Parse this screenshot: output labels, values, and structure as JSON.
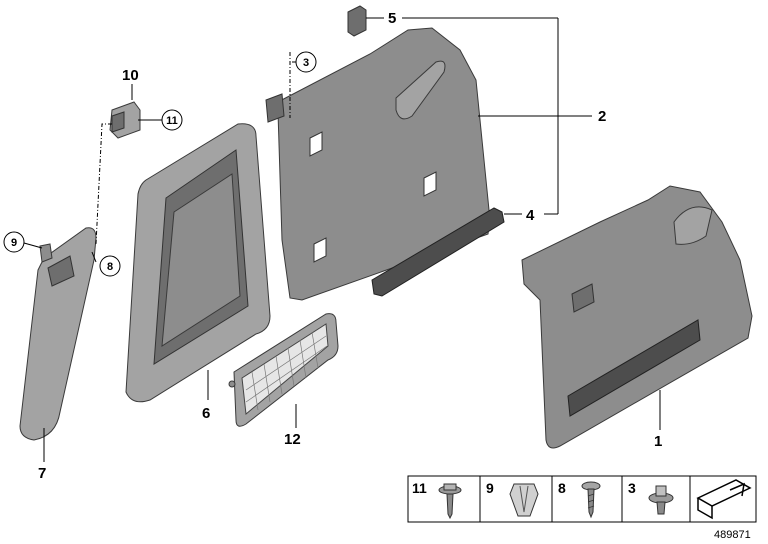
{
  "callouts": {
    "c1": "1",
    "c2": "2",
    "c3": "3",
    "c4": "4",
    "c5": "5",
    "c6": "6",
    "c7": "7",
    "c8": "8",
    "c9": "9",
    "c10": "10",
    "c11": "11",
    "c12": "12"
  },
  "fasteners_table": {
    "cells": [
      {
        "number": "11",
        "icon": "screw-with-washer-icon"
      },
      {
        "number": "9",
        "icon": "expanding-clip-icon"
      },
      {
        "number": "8",
        "icon": "screw-icon"
      },
      {
        "number": "3",
        "icon": "push-rivet-icon"
      },
      {
        "number": "",
        "icon": "arrow-icon"
      }
    ]
  },
  "reference_number": "489871",
  "colors": {
    "panel": "#8d8d8d",
    "outline": "#3a3a3a",
    "background": "#ffffff"
  }
}
